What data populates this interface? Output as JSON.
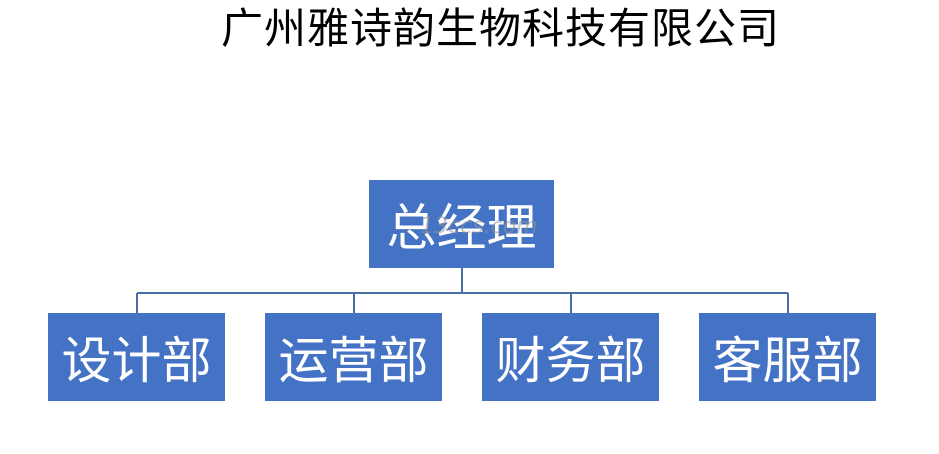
{
  "title": "广州雅诗韵生物科技有限公司",
  "watermark": "13ccs.com",
  "org_chart": {
    "root": "总经理",
    "children": [
      "设计部",
      "运营部",
      "财务部",
      "客服部"
    ]
  },
  "colors": {
    "box_fill": "#4472c4",
    "box_text": "#ffffff",
    "connector": "#4a6fa8"
  }
}
